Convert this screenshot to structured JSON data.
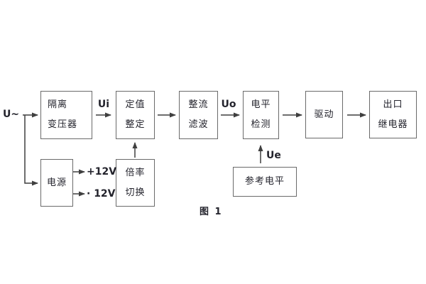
{
  "figure": {
    "caption": "图 1",
    "labels": {
      "input": "U~",
      "ui": "Ui",
      "uo": "Uo",
      "ue": "Ue",
      "plus12": "+12V",
      "minus12": "· 12V"
    },
    "blocks": {
      "isolation_transformer": {
        "line1": "隔离",
        "line2": "变压器"
      },
      "value_setting": {
        "line1": "定值",
        "line2": "整定"
      },
      "rectifier_filter": {
        "line1": "整流",
        "line2": "滤波"
      },
      "level_detection": {
        "line1": "电平",
        "line2": "检测"
      },
      "driver": {
        "line1": "驱动"
      },
      "output_relay": {
        "line1": "出口",
        "line2": "继电器"
      },
      "power_supply": {
        "line1": "电源"
      },
      "ratio_switch": {
        "line1": "倍率",
        "line2": "切换"
      },
      "reference_level": {
        "line1": "参考电平"
      }
    },
    "colors": {
      "background": "#ffffff",
      "border": "#6a6a6a",
      "line": "#3f3f3f",
      "text": "#23232c"
    }
  }
}
